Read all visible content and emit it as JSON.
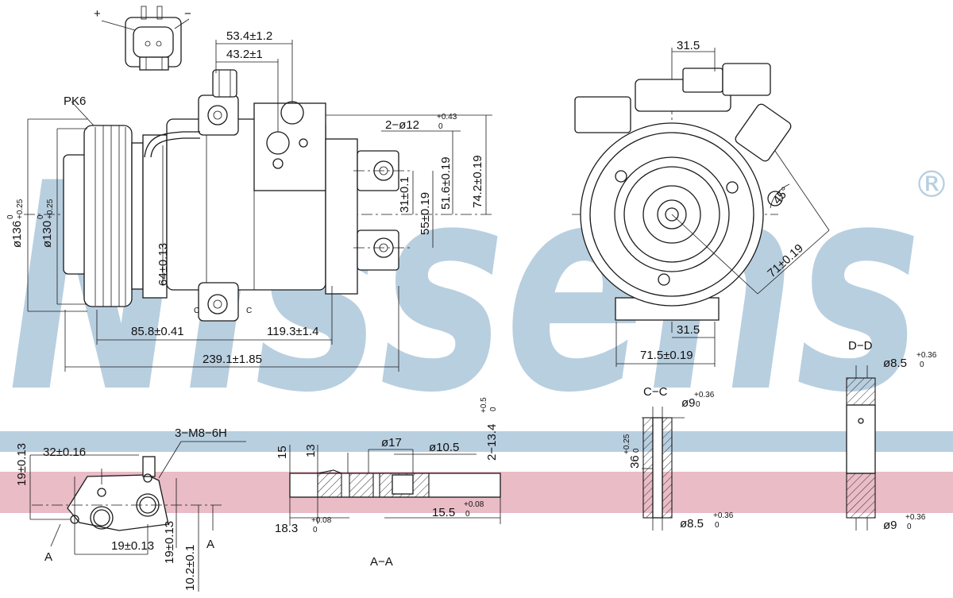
{
  "watermark": {
    "text": "Nissens",
    "registered_mark": "®",
    "color": "#b8cfe0"
  },
  "bands": {
    "blue": "#b8cfe0",
    "pink": "#e9bcc6"
  },
  "connector": {
    "plus": "+",
    "minus": "−"
  },
  "front_view": {
    "pk_label": "PK6",
    "dia_136": "ø136",
    "dia_136_tol_upper": "0",
    "dia_136_tol_lower": "+0.25",
    "dia_130": "ø130",
    "dia_130_tol_upper": "0",
    "dia_130_tol_lower": "+0.25",
    "dim_64": "64±0.13",
    "dim_85_8": "85.8±0.41",
    "dim_119_3": "119.3±1.4",
    "dim_239_1": "239.1±1.85",
    "dim_53_4": "53.4±1.2",
    "dim_43_2": "43.2±1",
    "hole_spec": "2−ø12",
    "hole_tol_upper": "+0.43",
    "hole_tol_lower": "0",
    "dim_31": "31±0.1",
    "dim_55": "55±0.19",
    "dim_51_6": "51.6±0.19",
    "dim_74_2": "74.2±0.19",
    "marker_c": "C"
  },
  "side_view": {
    "dim_31_5_top": "31.5",
    "dim_31_5_bottom": "31.5",
    "dim_71_5": "71.5±0.19",
    "dim_71": "71±0.19",
    "angle_45": "45°"
  },
  "bottom_left": {
    "thread": "3−M8−6H",
    "dim_32": "32±0.16",
    "dim_19_left": "19±0.13",
    "dim_19_bottom": "19±0.13",
    "dim_19_right": "19±0.13",
    "dim_10_2": "10.2±0.1",
    "marker_a_left": "A",
    "marker_a_right": "A"
  },
  "section_aa": {
    "title": "A−A",
    "dim_15": "15",
    "dim_13": "13",
    "dim_17": "ø17",
    "dim_10_5": "ø10.5",
    "dim_18_3": "18.3",
    "dim_18_3_tol_upper": "+0.08",
    "dim_18_3_tol_lower": "0",
    "dim_15_5": "15.5",
    "dim_15_5_tol_upper": "+0.08",
    "dim_15_5_tol_lower": "0",
    "dim_13_4": "2−13.4",
    "dim_13_4_tol_upper": "+0.5",
    "dim_13_4_tol_lower": "0"
  },
  "section_cc": {
    "title": "C−C",
    "dim_9": "ø9",
    "dim_9_tol_upper": "+0.36",
    "dim_9_tol_lower": "0",
    "dim_36": "36",
    "dim_36_tol_upper": "+0.25",
    "dim_36_tol_lower": "0",
    "dim_8_5": "ø8.5",
    "dim_8_5_tol_upper": "+0.36",
    "dim_8_5_tol_lower": "0"
  },
  "section_dd": {
    "title": "D−D",
    "dim_8_5": "ø8.5",
    "dim_8_5_tol_upper": "+0.36",
    "dim_8_5_tol_lower": "0",
    "dim_9": "ø9",
    "dim_9_tol_upper": "+0.36",
    "dim_9_tol_lower": "0"
  }
}
